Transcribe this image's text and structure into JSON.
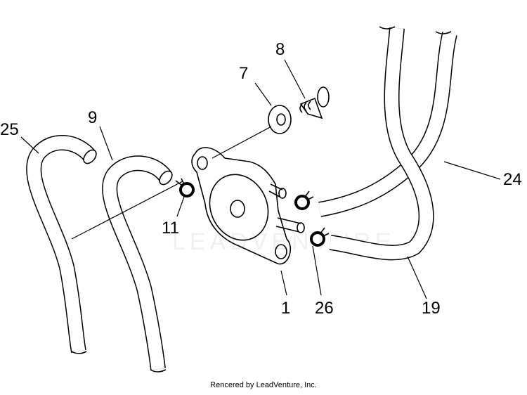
{
  "labels": {
    "p1": "1",
    "p7": "7",
    "p8": "8",
    "p9": "9",
    "p11": "11",
    "p19": "19",
    "p24": "24",
    "p25": "25",
    "p26": "26"
  },
  "watermark": "LEADVENTURE",
  "credit": "Rencered by LeadVenture, Inc."
}
